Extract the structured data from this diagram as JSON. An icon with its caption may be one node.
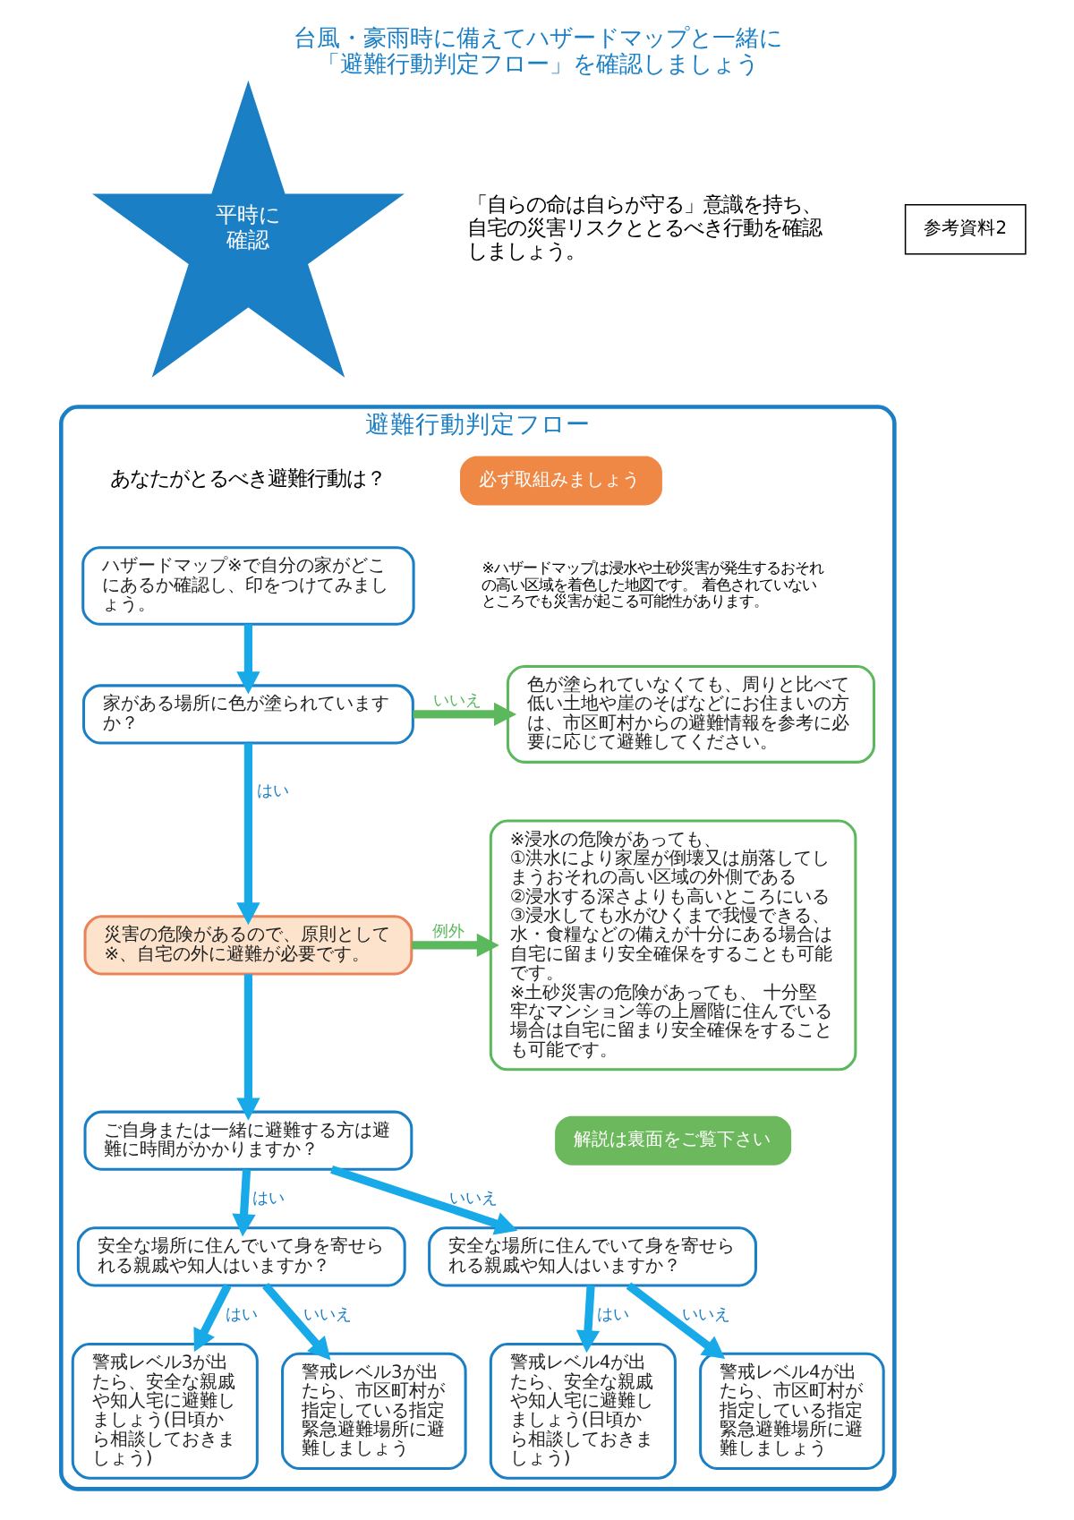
{
  "diagram": {
    "title": "台風・豪雨時に備えてハザードマップと一緒に「避難行動判定フロー」を確認しましょう",
    "nodes": [
      {
        "text": [
          "平時に確認"
        ]
      },
      {
        "text": [
          "避難行動判定フロー"
        ]
      },
      {
        "text": [
          "必ず取組みましょう"
        ],
        "in": 1
      },
      {
        "text": [
          "ハザードマップ※で自分の家がどこにあるか確認し、印をつけてみましょう。"
        ],
        "in": 1
      },
      {
        "text": [
          "家がある場所に色が塗られていますか？"
        ],
        "in": 1
      },
      {
        "text": [
          "色が塗られていなくても、周りと比べて低い土地や崖のそばなどにお住まいの方は、市区町村からの避難情報を参考に必要に応じて避難してください。"
        ],
        "in": 1
      },
      {
        "text": [
          "災害の危険があるので、原則として※、自宅の外に避難が必要です。"
        ],
        "in": 1
      },
      {
        "text": [
          "※浸水の危険があっても、",
          "①洪水により家屋が倒壊又は崩落してしまうおそれの高い区域の外側である",
          "②浸水する深さよりも高いところにいる",
          "③浸水しても水がひくまで我慢できる、水・食糧などの備えが十分にある場合は自宅に留まり安全確保をすることも可能です。",
          "※土砂災害の危険があっても、 十分堅牢なマンション等の上層階に住んでいる場合は自宅に留まり安全確保をすることも可能です。"
        ],
        "in": 1
      },
      {
        "text": [
          "解説は裏面をご覧下さい"
        ],
        "in": 1
      },
      {
        "text": [
          "ご自身または一緒に避難する方は避難に時間がかかりますか？"
        ],
        "in": 1
      },
      {
        "text": [
          "安全な場所に住んでいて身を寄せられる親戚や知人はいますか？"
        ],
        "in": 1
      },
      {
        "text": [
          "安全な場所に住んでいて身を寄せられる親戚や知人はいますか？"
        ],
        "in": 1
      },
      {
        "text": [
          "警戒レベル3が出たら、安全な親戚や知人宅に避難しましょう(日頃から相談しておきましょう)"
        ],
        "in": 1
      },
      {
        "text": [
          "警戒レベル3が出たら、市区町村が指定している指定緊急避難場所に避難しましょう"
        ],
        "in": 1
      },
      {
        "text": [
          "警戒レベル4が出たら、安全な親戚や知人宅に避難しましょう(日頃から相談しておきましょう)"
        ],
        "in": 1
      },
      {
        "text": [
          "警戒レベル4が出たら、市区町村が指定している指定緊急避難場所に避難しましょう"
        ],
        "in": 1
      }
    ],
    "edges": [
      {
        "from": 3,
        "to": 4,
        "arrow": "to"
      },
      {
        "from": 4,
        "to": 5,
        "arrow": "to",
        "label": "いいえ",
        "color": "#5cb85c"
      },
      {
        "from": 4,
        "to": 6,
        "arrow": "to",
        "label": "はい"
      },
      {
        "from": 6,
        "to": 7,
        "arrow": "to",
        "label": "例外",
        "color": "#5cb85c"
      },
      {
        "from": 6,
        "to": 9,
        "arrow": "to"
      },
      {
        "from": 9,
        "to": 10,
        "arrow": "to",
        "label": "はい"
      },
      {
        "from": 9,
        "to": 11,
        "arrow": "to",
        "label": "いいえ"
      },
      {
        "from": 10,
        "to": 12,
        "arrow": "to",
        "label": "はい"
      },
      {
        "from": 10,
        "to": 13,
        "arrow": "to",
        "label": "いいえ"
      },
      {
        "from": 11,
        "to": 14,
        "arrow": "to",
        "label": "はい"
      },
      {
        "from": 11,
        "to": 15,
        "arrow": "to",
        "label": "いいえ"
      }
    ],
    "labels": [
      "参考資料2",
      "「自らの命は自らが守る」意識を持ち、自宅の災害リスクととるべき行動を確認しましょう。",
      "あなたがとるべき避難行動は？",
      "※ハザードマップは浸水や土砂災害が発生するおそれの高い区域を着色した地図です。 着色されていないところでも災害が起こる可能性があります。"
    ]
  }
}
